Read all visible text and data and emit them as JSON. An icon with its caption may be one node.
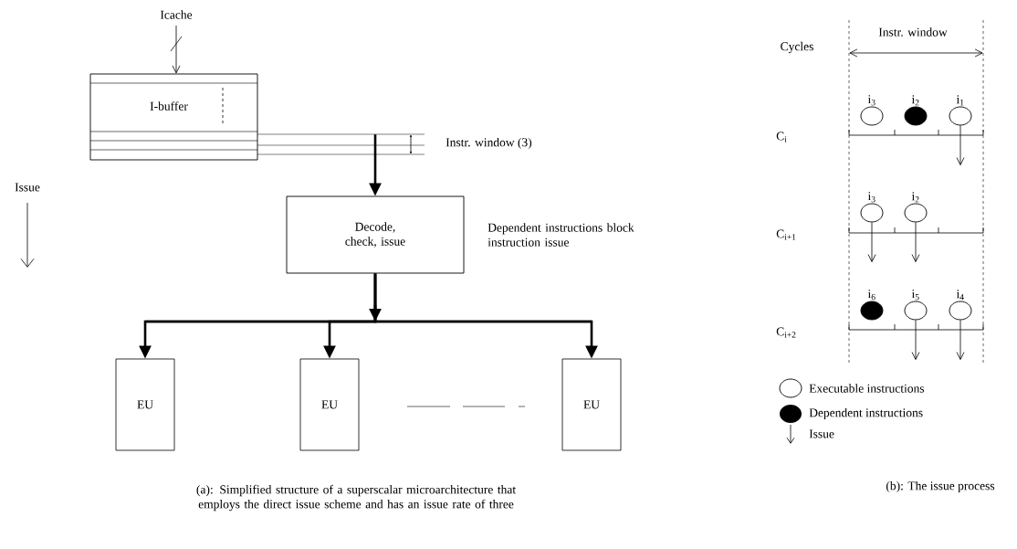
{
  "diagram": {
    "nodes": [
      {
        "text": [
          "I-buffer"
        ]
      },
      {
        "text": [
          "Decode, check, issue"
        ],
        "beside": [
          "Dependent instructions block instruction issue"
        ]
      },
      {
        "text": [
          "EU"
        ]
      },
      {
        "text": [
          "EU"
        ]
      },
      {
        "text": [
          "EU"
        ]
      },
      {
        "text": [
          "Icache"
        ]
      },
      {
        "text": [
          "i$_{3}$"
        ]
      },
      {
        "text": [
          "i$_{2}$"
        ]
      },
      {
        "text": [
          "i$_{1}$"
        ]
      },
      {
        "text": [
          "i$_{3}$"
        ]
      },
      {
        "text": [
          "i$_{2}$"
        ]
      },
      {
        "text": [
          "i$_{6}$"
        ]
      },
      {
        "text": [
          "i$_{5}$"
        ]
      },
      {
        "text": [
          "i$_{4}$"
        ]
      }
    ],
    "edges": [
      {
        "from": 5,
        "to": 0,
        "arrow": "to"
      },
      {
        "from": 0,
        "to": 1,
        "arrow": "to",
        "style": "thick"
      },
      {
        "from": 1,
        "to": 2,
        "arrow": "to",
        "style": "thick"
      },
      {
        "from": 1,
        "to": 3,
        "arrow": "to",
        "style": "thick"
      },
      {
        "from": 1,
        "to": 4,
        "arrow": "to",
        "style": "thick"
      },
      {
        "from": 8,
        "to": null,
        "arrow": "to"
      },
      {
        "from": 9,
        "to": null,
        "arrow": "to"
      },
      {
        "from": 10,
        "to": null,
        "arrow": "to"
      },
      {
        "from": 12,
        "to": null,
        "arrow": "to"
      },
      {
        "from": 13,
        "to": null,
        "arrow": "to"
      }
    ],
    "labels": [
      "Instr. window (3)",
      "Issue",
      "Cycles",
      "Instr. window",
      "C$_{i}$",
      "C$_{i+1}$",
      "C$_{i+2}$",
      "(a): Simplified structure of a superscalar microarchitecture that employs the direct issue scheme and has an issue rate of three",
      "(b): The issue process"
    ],
    "legend": [
      {
        "text": "Executable instructions"
      },
      {
        "text": "Dependent instructions"
      },
      {
        "text": "Issue"
      }
    ]
  }
}
